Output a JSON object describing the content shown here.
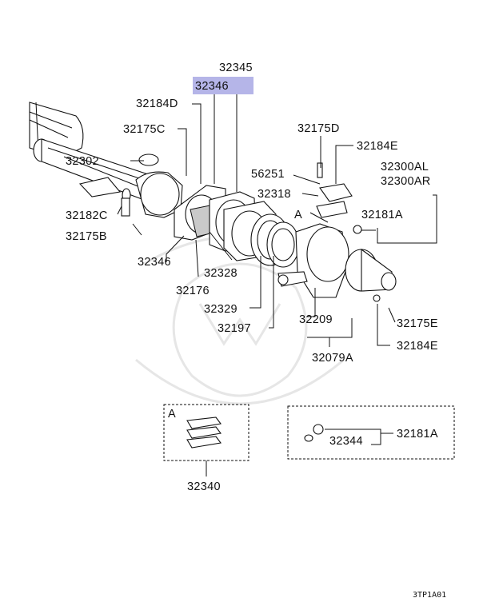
{
  "diagram": {
    "highlight_color": "#b5b5e8",
    "labels": {
      "p32345": "32345",
      "p32346_top": "32346",
      "p32184D": "32184D",
      "p32175C": "32175C",
      "p32302": "32302",
      "p32182C": "32182C",
      "p32175B": "32175B",
      "p32346_bottom": "32346",
      "p32176": "32176",
      "p32328": "32328",
      "p32329": "32329",
      "p32197": "32197",
      "p32175D": "32175D",
      "p32184E_top": "32184E",
      "p56251": "56251",
      "p32318": "32318",
      "p32300AL": "32300AL",
      "p32300AR": "32300AR",
      "ref_A_main": "A",
      "p32181A_top": "32181A",
      "p32209": "32209",
      "p32175E": "32175E",
      "p32184E_bottom": "32184E",
      "p32079A": "32079A",
      "inset_A": "A",
      "p32340": "32340",
      "p32344": "32344",
      "p32181A_bottom": "32181A",
      "code": "3TP1A01"
    }
  }
}
